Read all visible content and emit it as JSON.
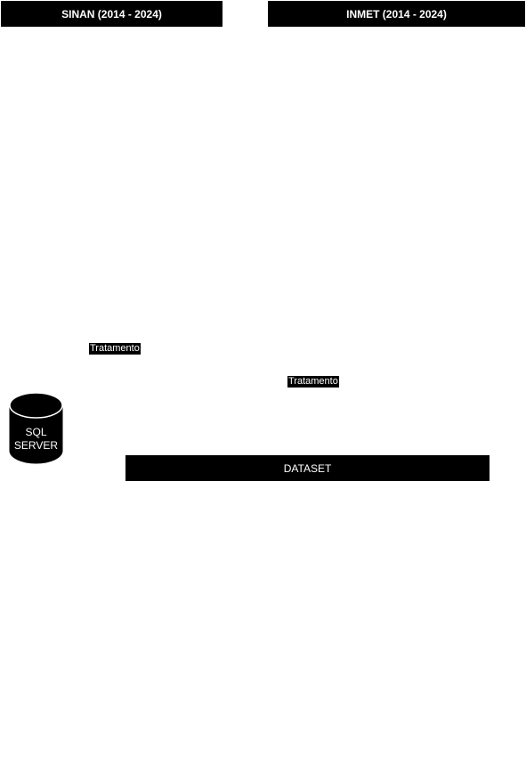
{
  "sources": {
    "sinan": "SINAN (2014 - 2024)",
    "inmet": "INMET (2014 - 2024)"
  },
  "process": {
    "tratamento_1": "Tratamento",
    "tratamento_2": "Tratamento"
  },
  "database": {
    "label": "SQL\nSERVER"
  },
  "output": {
    "dataset": "DATASET"
  }
}
